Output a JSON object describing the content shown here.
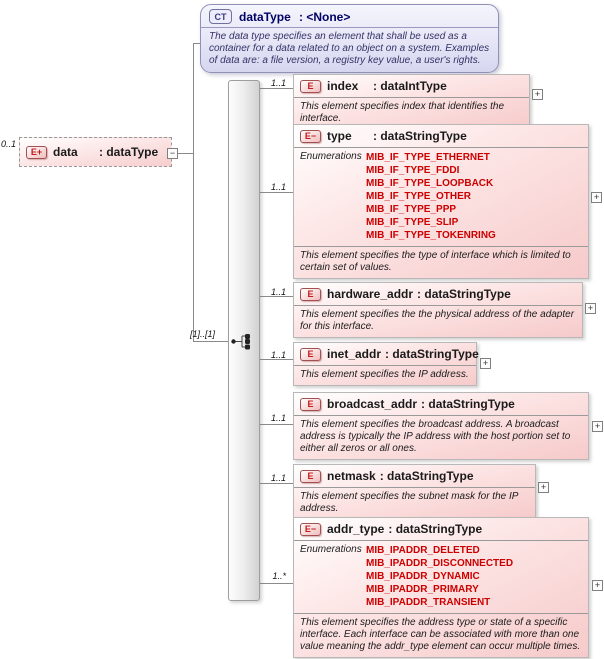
{
  "diagram": {
    "complex_type": {
      "icon_label": "CT",
      "name": "dataType",
      "type_suffix": ": <None>",
      "annotation": "The data type specifies an element that shall be used as a container for a data related to an object on a system. Examples of data are: a file version, a registry key value, a user's rights."
    },
    "root_element": {
      "cardinality": "0..1",
      "icon_label": "E+",
      "name": "data",
      "type_suffix": ": dataType",
      "collapse_glyph": "−"
    },
    "sequence": {
      "cardinality": "[1]..[1]"
    },
    "elements": [
      {
        "cardinality": "1..1",
        "icon_label": "E",
        "name": "index",
        "type_suffix": ": dataIntType",
        "annotation": "This element specifies index that identifies the interface.",
        "expand_glyph": "+"
      },
      {
        "cardinality": "1..1",
        "icon_label": "E−",
        "name": "type",
        "type_suffix": ": dataStringType",
        "enumerations_label": "Enumerations",
        "enumerations": [
          "MIB_IF_TYPE_ETHERNET",
          "MIB_IF_TYPE_FDDI",
          "MIB_IF_TYPE_LOOPBACK",
          "MIB_IF_TYPE_OTHER",
          "MIB_IF_TYPE_PPP",
          "MIB_IF_TYPE_SLIP",
          "MIB_IF_TYPE_TOKENRING"
        ],
        "annotation": "This element specifies the type of interface which is limited to certain set of values.",
        "expand_glyph": "+"
      },
      {
        "cardinality": "1..1",
        "icon_label": "E",
        "name": "hardware_addr",
        "type_suffix": ": dataStringType",
        "annotation": "This element specifies the the physical address of the adapter for this interface.",
        "expand_glyph": "+"
      },
      {
        "cardinality": "1..1",
        "icon_label": "E",
        "name": "inet_addr",
        "type_suffix": ": dataStringType",
        "annotation": "This element specifies the IP address.",
        "expand_glyph": "+"
      },
      {
        "cardinality": "1..1",
        "icon_label": "E",
        "name": "broadcast_addr",
        "type_suffix": ": dataStringType",
        "annotation": "This element specifies the broadcast address. A broadcast address is typically the IP address with the host portion set to either all zeros or all ones.",
        "expand_glyph": "+"
      },
      {
        "cardinality": "1..1",
        "icon_label": "E",
        "name": "netmask",
        "type_suffix": ": dataStringType",
        "annotation": "This element specifies the subnet mask for the IP address.",
        "expand_glyph": "+"
      },
      {
        "cardinality": "1..*",
        "icon_label": "E−",
        "name": "addr_type",
        "type_suffix": ": dataStringType",
        "enumerations_label": "Enumerations",
        "enumerations": [
          "MIB_IPADDR_DELETED",
          "MIB_IPADDR_DISCONNECTED",
          "MIB_IPADDR_DYNAMIC",
          "MIB_IPADDR_PRIMARY",
          "MIB_IPADDR_TRANSIENT"
        ],
        "annotation": "This element specifies the address type or state of a specific interface. Each interface can be associated with more than one value meaning the addr_type element can occur multiple times.",
        "expand_glyph": "+"
      }
    ],
    "colors": {
      "enum_value": "#cc0000",
      "complex_type_header": "#000066",
      "element_fill_accent": "#f6caca",
      "complex_type_fill_accent": "#d6d6f0"
    }
  }
}
